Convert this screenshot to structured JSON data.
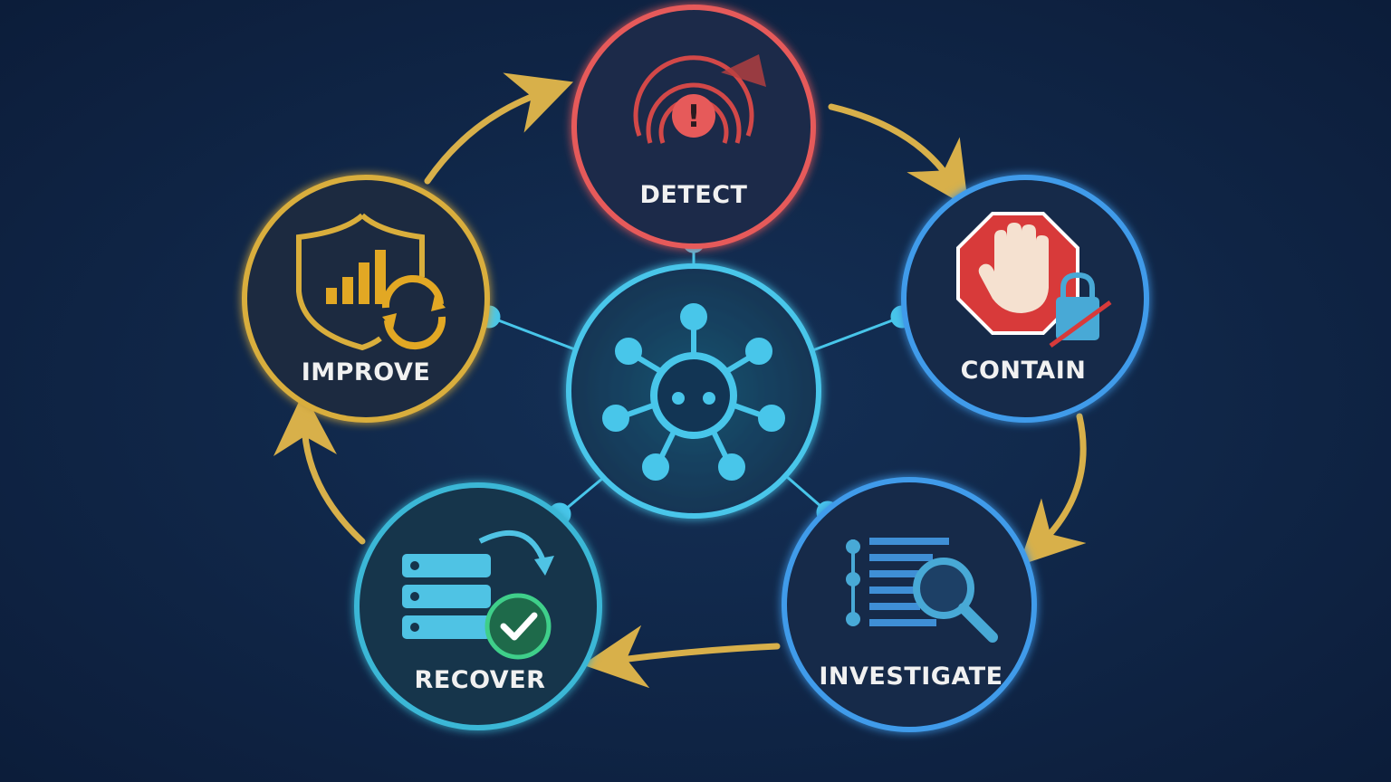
{
  "stages": {
    "detect": {
      "label": "DETECT",
      "color": "#e65a5a"
    },
    "contain": {
      "label": "CONTAIN",
      "color": "#3f9bea"
    },
    "investigate": {
      "label": "INVESTIGATE",
      "color": "#3f9bea"
    },
    "recover": {
      "label": "RECOVER",
      "color": "#3bb7d6"
    },
    "improve": {
      "label": "IMPROVE",
      "color": "#d9ae3c"
    }
  },
  "center": {
    "icon": "virus-network-icon",
    "color": "#48c6ea"
  },
  "colors": {
    "background": "#0f2344",
    "arrows": "#d8b04a",
    "connectors": "#48c6ea"
  }
}
